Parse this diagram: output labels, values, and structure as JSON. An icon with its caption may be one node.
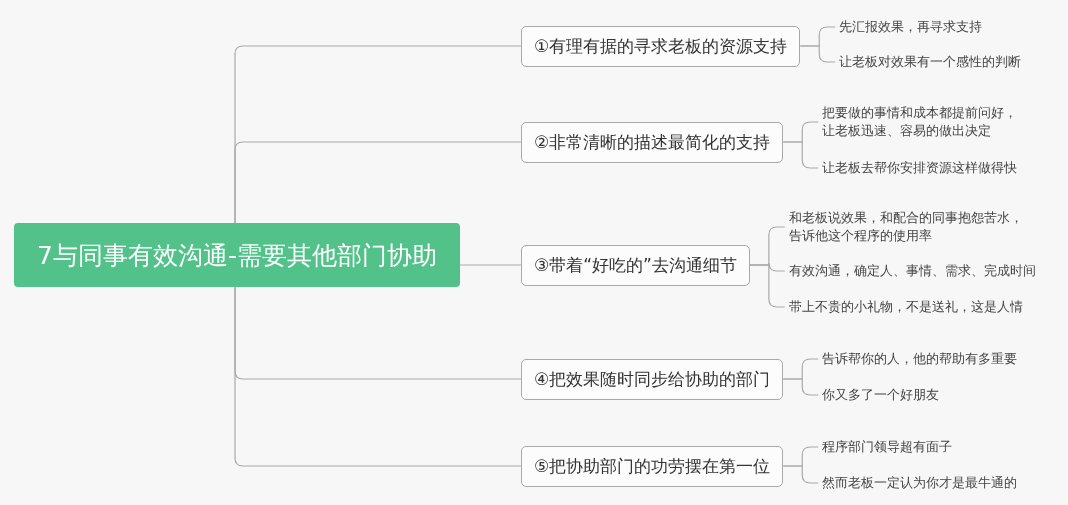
{
  "diagram": {
    "nodes": [
      {
        "text": [
          "7与同事有效沟通-需要其他部门协助"
        ]
      },
      {
        "text": [
          "①有理有据的寻求老板的资源支持"
        ]
      },
      {
        "text": [
          "先汇报效果，再寻求支持"
        ]
      },
      {
        "text": [
          "让老板对效果有一个感性的判断"
        ]
      },
      {
        "text": [
          "②非常清晰的描述最简化的支持"
        ]
      },
      {
        "text": [
          "把要做的事情和成本都提前问好，让老板迅速、容易的做出决定"
        ]
      },
      {
        "text": [
          "让老板去帮你安排资源这样做得快"
        ]
      },
      {
        "text": [
          "③带着“好吃的”去沟通细节"
        ]
      },
      {
        "text": [
          "和老板说效果，和配合的同事抱怨苦水，告诉他这个程序的使用率"
        ]
      },
      {
        "text": [
          "有效沟通，确定人、事情、需求、完成时间"
        ]
      },
      {
        "text": [
          "带上不贵的小礼物，不是送礼，这是人情"
        ]
      },
      {
        "text": [
          "④把效果随时同步给协助的部门"
        ]
      },
      {
        "text": [
          "告诉帮你的人，他的帮助有多重要"
        ]
      },
      {
        "text": [
          "你又多了一个好朋友"
        ]
      },
      {
        "text": [
          "⑤把协助部门的功劳摆在第一位"
        ]
      },
      {
        "text": [
          "程序部门领导超有面子"
        ]
      },
      {
        "text": [
          "然而老板一定认为你才是最牛通的"
        ]
      }
    ],
    "edges": [
      {
        "from": 0,
        "to": 1,
        "arrow": "none"
      },
      {
        "from": 0,
        "to": 4,
        "arrow": "none"
      },
      {
        "from": 0,
        "to": 7,
        "arrow": "none"
      },
      {
        "from": 0,
        "to": 11,
        "arrow": "none"
      },
      {
        "from": 0,
        "to": 14,
        "arrow": "none"
      },
      {
        "from": 1,
        "to": 2,
        "arrow": "none"
      },
      {
        "from": 1,
        "to": 3,
        "arrow": "none"
      },
      {
        "from": 4,
        "to": 5,
        "arrow": "none"
      },
      {
        "from": 4,
        "to": 6,
        "arrow": "none"
      },
      {
        "from": 7,
        "to": 8,
        "arrow": "none"
      },
      {
        "from": 7,
        "to": 9,
        "arrow": "none"
      },
      {
        "from": 7,
        "to": 10,
        "arrow": "none"
      },
      {
        "from": 11,
        "to": 12,
        "arrow": "none"
      },
      {
        "from": 11,
        "to": 13,
        "arrow": "none"
      },
      {
        "from": 14,
        "to": 15,
        "arrow": "none"
      },
      {
        "from": 14,
        "to": 16,
        "arrow": "none"
      }
    ]
  }
}
